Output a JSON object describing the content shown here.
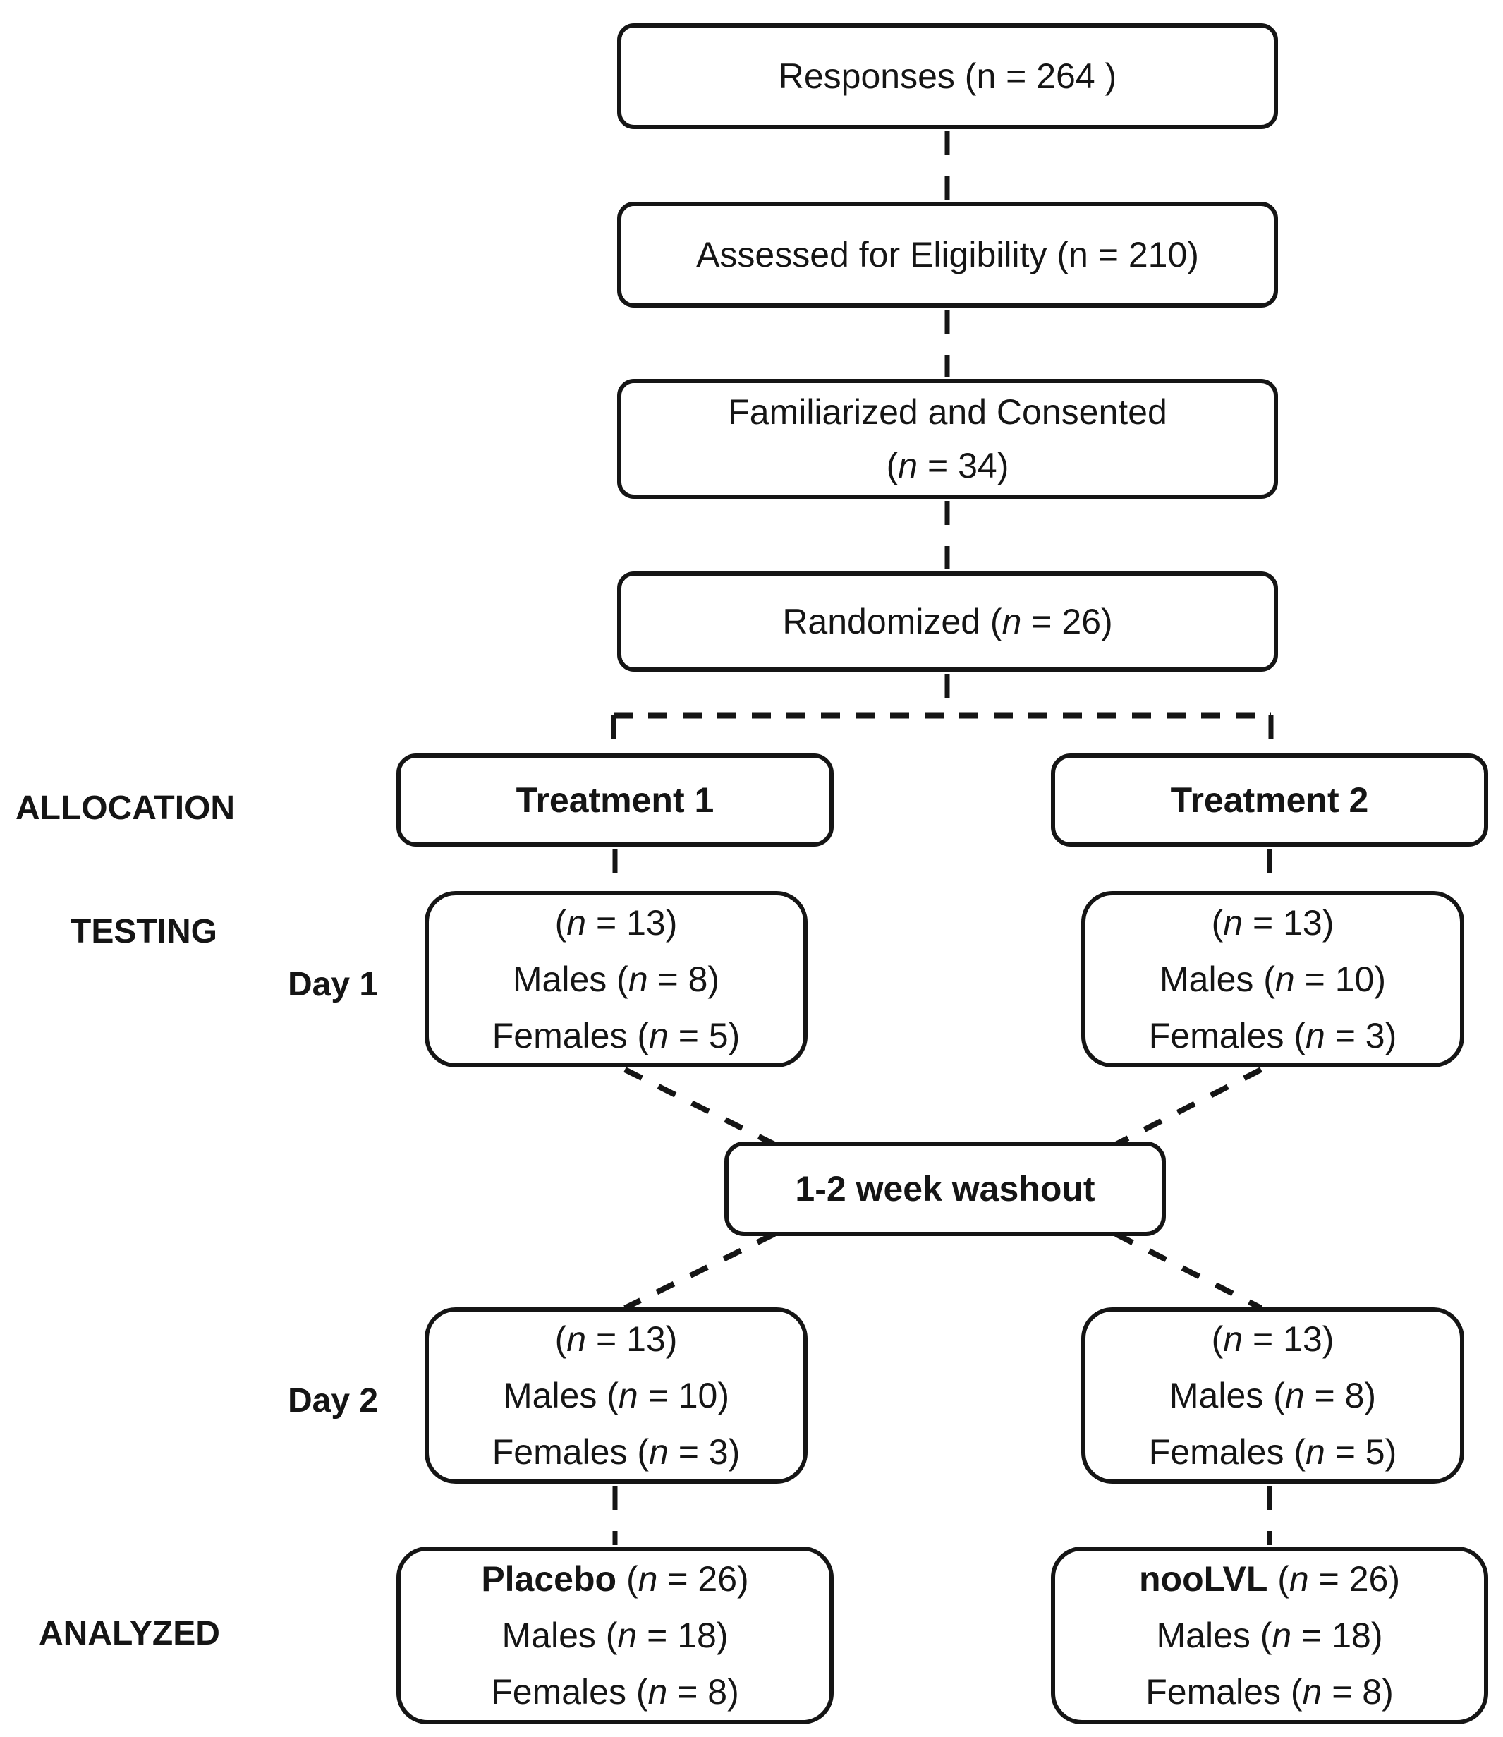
{
  "figure": {
    "background": "#ffffff",
    "ink_color": "#151515",
    "side_labels": {
      "allocation": "ALLOCATION",
      "testing": "TESTING",
      "day1": "Day 1",
      "day2": "Day 2",
      "analyzed": "ANALYZED"
    },
    "boxes": {
      "responses": {
        "lines": [
          {
            "text": "Responses (n = 264 )"
          }
        ]
      },
      "assessed": {
        "lines": [
          {
            "text": "Assessed for Eligibility (n = 210)"
          }
        ]
      },
      "familiarized": {
        "lines": [
          {
            "text": "Familiarized and Consented"
          },
          {
            "pre": "(",
            "n": "n",
            "post": " = 34)"
          }
        ]
      },
      "randomized": {
        "lines": [
          {
            "pre": "Randomized (",
            "n": "n",
            "post": " = 26)"
          }
        ]
      },
      "treatment1": {
        "lines": [
          {
            "bold": "Treatment 1"
          }
        ]
      },
      "treatment2": {
        "lines": [
          {
            "bold": "Treatment 2"
          }
        ]
      },
      "day1_left": {
        "lines": [
          {
            "pre": "(",
            "n": "n",
            "post": " = 13)"
          },
          {
            "pre": "Males (",
            "n": "n",
            "post": " = 8)"
          },
          {
            "pre": "Females (",
            "n": "n",
            "post": " = 5)"
          }
        ]
      },
      "day1_right": {
        "lines": [
          {
            "pre": "(",
            "n": "n",
            "post": " = 13)"
          },
          {
            "pre": "Males (",
            "n": "n",
            "post": " = 10)"
          },
          {
            "pre": "Females (",
            "n": "n",
            "post": " = 3)"
          }
        ]
      },
      "washout": {
        "lines": [
          {
            "bold": "1-2 week washout"
          }
        ]
      },
      "day2_left": {
        "lines": [
          {
            "pre": "(",
            "n": "n",
            "post": " = 13)"
          },
          {
            "pre": "Males (",
            "n": "n",
            "post": " = 10)"
          },
          {
            "pre": "Females (",
            "n": "n",
            "post": " = 3)"
          }
        ]
      },
      "day2_right": {
        "lines": [
          {
            "pre": "(",
            "n": "n",
            "post": " = 13)"
          },
          {
            "pre": "Males (",
            "n": "n",
            "post": " = 8)"
          },
          {
            "pre": "Females (",
            "n": "n",
            "post": " = 5)"
          }
        ]
      },
      "analyzed_left": {
        "lines": [
          {
            "bold": "Placebo",
            "pre": " (",
            "n": "n",
            "post": " = 26)"
          },
          {
            "pre": "Males (",
            "n": "n",
            "post": " = 18)"
          },
          {
            "pre": "Females (",
            "n": "n",
            "post": " = 8)"
          }
        ]
      },
      "analyzed_right": {
        "lines": [
          {
            "bold": "nooLVL",
            "pre": " (",
            "n": "n",
            "post": " = 26)"
          },
          {
            "pre": "Males (",
            "n": "n",
            "post": " = 18)"
          },
          {
            "pre": "Females (",
            "n": "n",
            "post": " = 8)"
          }
        ]
      }
    }
  }
}
